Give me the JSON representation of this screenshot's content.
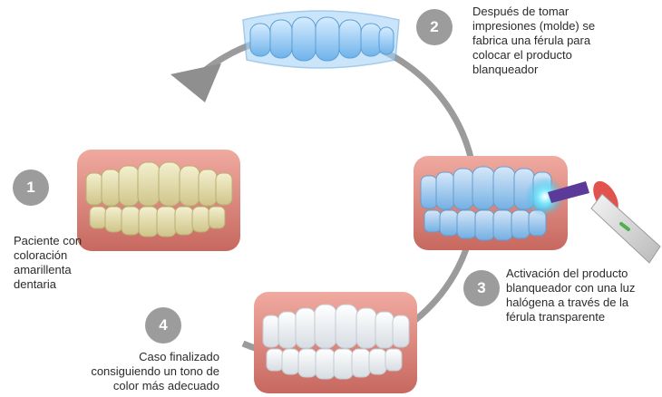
{
  "colors": {
    "cycle_arrow": "#9b9b9b",
    "badge": "#9c9c9c",
    "gum": "#d9877d",
    "yellow_teeth": "#e8e2b4",
    "white_teeth": "#f4f6f8",
    "tray": "#8fc4ef",
    "light_glow": "#47d6f0",
    "lamp_tip": "#e0403a",
    "lamp_handle": "#d8d8d8"
  },
  "steps": [
    {
      "number": "1",
      "lines": [
        "Paciente con",
        "coloración",
        "amarillenta",
        "dentaria"
      ]
    },
    {
      "number": "2",
      "lines": [
        "Después de tomar",
        "impresiones (molde) se",
        "fabrica una férula para",
        "colocar el producto",
        "blanqueador"
      ]
    },
    {
      "number": "3",
      "lines": [
        "Activación del producto",
        "blanqueador con una luz",
        "halógena a través de la",
        "férula transparente"
      ]
    },
    {
      "number": "4",
      "lines": [
        "Caso finalizado",
        "consiguiendo un tono de",
        "color más adecuado"
      ]
    }
  ]
}
